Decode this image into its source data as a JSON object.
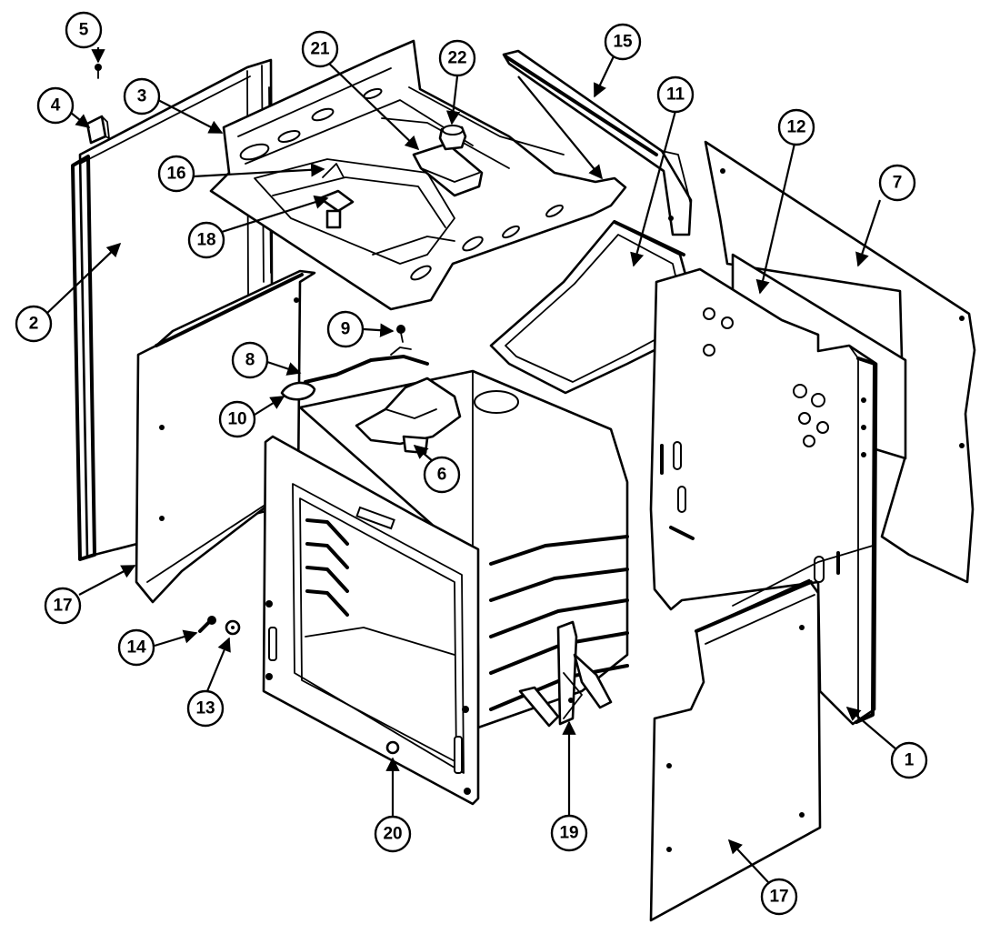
{
  "diagram": {
    "callouts": [
      {
        "label": "1"
      },
      {
        "label": "2"
      },
      {
        "label": "3"
      },
      {
        "label": "4"
      },
      {
        "label": "5"
      },
      {
        "label": "6"
      },
      {
        "label": "7"
      },
      {
        "label": "8"
      },
      {
        "label": "9"
      },
      {
        "label": "10"
      },
      {
        "label": "11"
      },
      {
        "label": "12"
      },
      {
        "label": "13"
      },
      {
        "label": "14"
      },
      {
        "label": "15"
      },
      {
        "label": "16"
      },
      {
        "label": "17"
      },
      {
        "label": "17"
      },
      {
        "label": "18"
      },
      {
        "label": "19"
      },
      {
        "label": "20"
      },
      {
        "label": "21"
      },
      {
        "label": "22"
      }
    ]
  }
}
